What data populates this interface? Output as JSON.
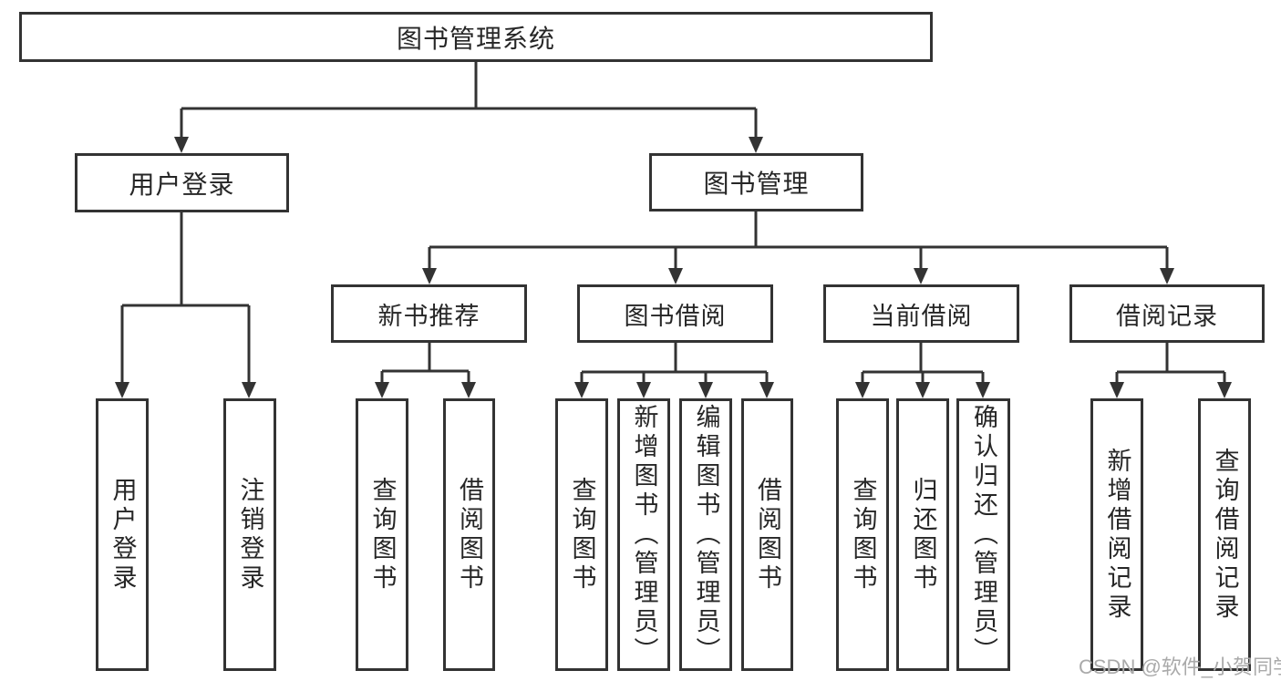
{
  "colors": {
    "line": "#333333",
    "text": "#262626",
    "boxbg": "#ffffff",
    "background": "#ffffff",
    "watermark": "#aaaaaa"
  },
  "nodes": {
    "root": "图书管理系统",
    "level2": {
      "login": "用户登录",
      "management": "图书管理"
    },
    "level3": {
      "recommend": "新书推荐",
      "borrow": "图书借阅",
      "current": "当前借阅",
      "records": "借阅记录"
    },
    "leaves": {
      "login": [
        "用户登录",
        "注销登录"
      ],
      "recommend": [
        "查询图书",
        "借阅图书"
      ],
      "borrow": [
        "查询图书",
        "新增图书（管理员）",
        "编辑图书（管理员）",
        "借阅图书"
      ],
      "current": [
        "查询图书",
        "归还图书",
        "确认归还（管理员）"
      ],
      "records": [
        "新增借阅记录",
        "查询借阅记录"
      ]
    }
  },
  "watermark": "CSDN @软件_小贺同学"
}
